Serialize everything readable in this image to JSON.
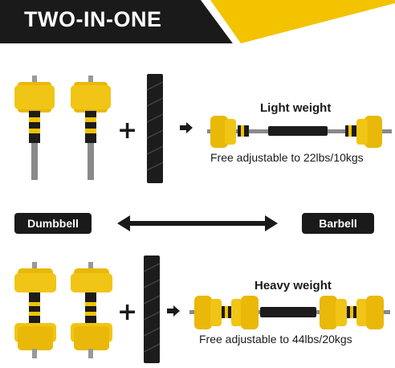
{
  "banner": {
    "title": "TWO-IN-ONE"
  },
  "row1": {
    "caption_title": "Light weight",
    "caption_detail": "Free adjustable to 22lbs/10kgs",
    "operator": "+"
  },
  "middle": {
    "left_label": "Dumbbell",
    "right_label": "Barbell"
  },
  "row2": {
    "caption_title": "Heavy weight",
    "caption_detail": "Free adjustable to 44lbs/20kgs",
    "operator": "+"
  },
  "colors": {
    "banner_black": "#1a1a1a",
    "accent_yellow": "#f3c300",
    "plate_yellow": "#e9b808",
    "foam_black": "#1c1c1c"
  },
  "icons": [
    "arrow-right-icon",
    "double-arrow-icon",
    "plus-icon"
  ]
}
